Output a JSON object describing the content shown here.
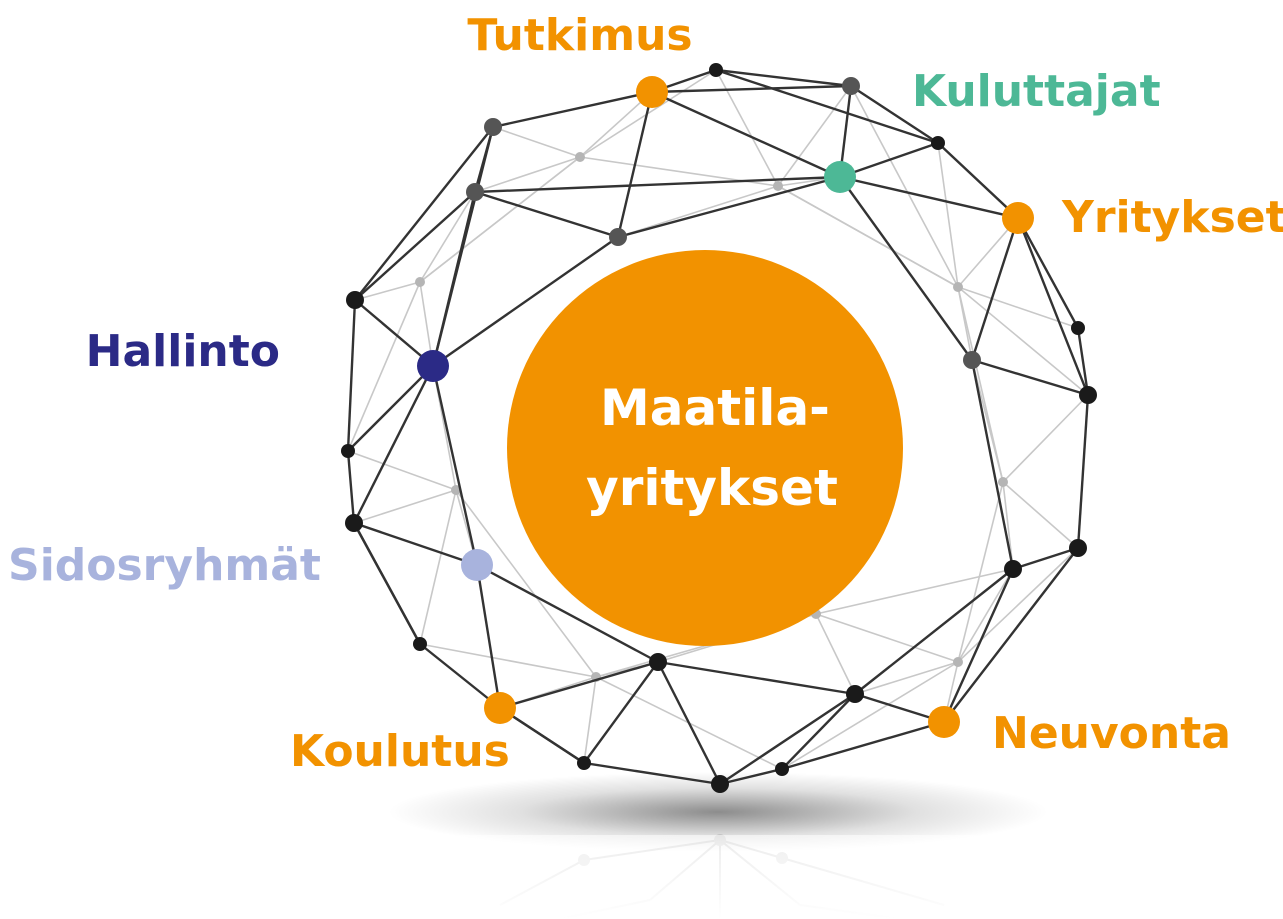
{
  "center": {
    "line1": "Maatila-",
    "line2": "yritykset",
    "color": "#F29200"
  },
  "stakeholders": [
    {
      "id": "tutkimus",
      "label": "Tutkimus",
      "color": "#F29200"
    },
    {
      "id": "kuluttajat",
      "label": "Kuluttajat",
      "color": "#4DB896"
    },
    {
      "id": "yritykset",
      "label": "Yritykset",
      "color": "#F29200"
    },
    {
      "id": "hallinto",
      "label": "Hallinto",
      "color": "#2B2A86"
    },
    {
      "id": "sidosryhmat",
      "label": "Sidosryhmät",
      "color": "#A8B3DD"
    },
    {
      "id": "koulutus",
      "label": "Koulutus",
      "color": "#F29200"
    },
    {
      "id": "neuvonta",
      "label": "Neuvonta",
      "color": "#F29200"
    }
  ],
  "node_colors": {
    "front": "#1a1a1a",
    "mid": "#555555",
    "back": "#b5b5b5"
  }
}
